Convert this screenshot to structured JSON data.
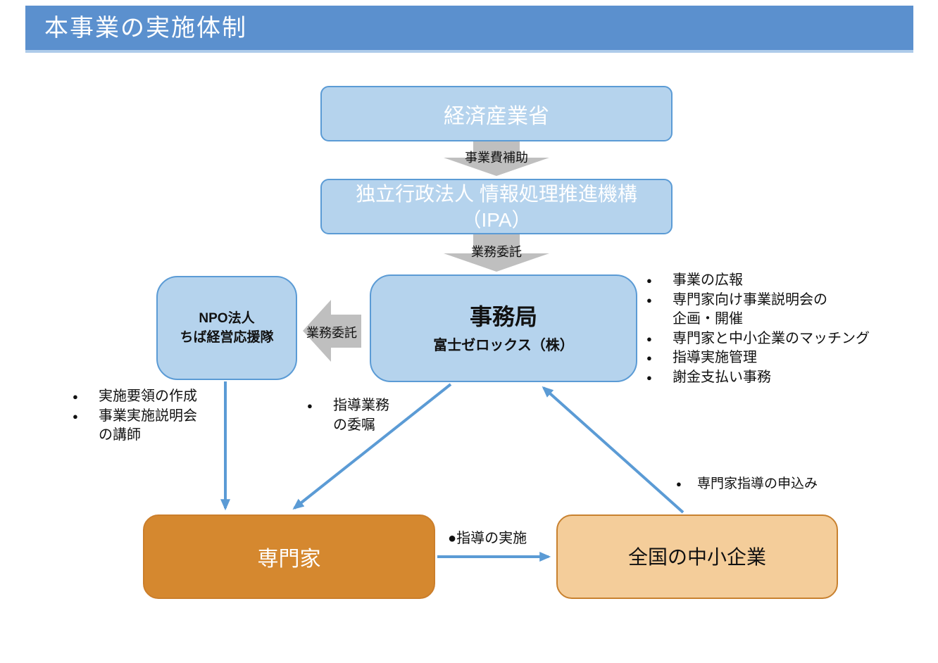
{
  "slide": {
    "title": "本事業の実施体制"
  },
  "colors": {
    "header_blue": "#5B90CE",
    "header_underline": "#AECBEA",
    "node_blue_fill": "#B5D3ED",
    "node_blue_border": "#5B9BD5",
    "gray_arrow": "#BFBFBF",
    "experts_orange_fill": "#D5882F",
    "smes_orange_fill": "#F4CD9A",
    "smes_orange_border": "#C8812F",
    "blue_arrow": "#5B9BD5"
  },
  "nodes": {
    "meti": {
      "label": "経済産業省"
    },
    "ipa": {
      "label": "独立行政法人 情報処理推進機構\n（IPA）"
    },
    "secretariat": {
      "title": "事務局",
      "subtitle": "富士ゼロックス（株）"
    },
    "npo": {
      "label": "NPO法人\nちば経営応援隊"
    },
    "experts": {
      "label": "専門家"
    },
    "smes": {
      "label": "全国の中小企業"
    }
  },
  "edges": {
    "subsidy_label": "事業費補助",
    "entrust_ipa_label": "業務委託",
    "entrust_npo_label": "業務委託",
    "guidance_label": "●指導の実施"
  },
  "lists": {
    "secretariat_tasks": [
      "事業の広報",
      "専門家向け事業説明会の\n企画・開催",
      "専門家と中小企業のマッチング",
      "指導実施管理",
      "謝金支払い事務"
    ],
    "npo_tasks": [
      "実施要領の作成",
      "事業実施説明会\nの講師"
    ],
    "expert_commission": [
      "指導業務\nの委嘱"
    ],
    "sme_application": [
      "専門家指導の申込み"
    ]
  }
}
